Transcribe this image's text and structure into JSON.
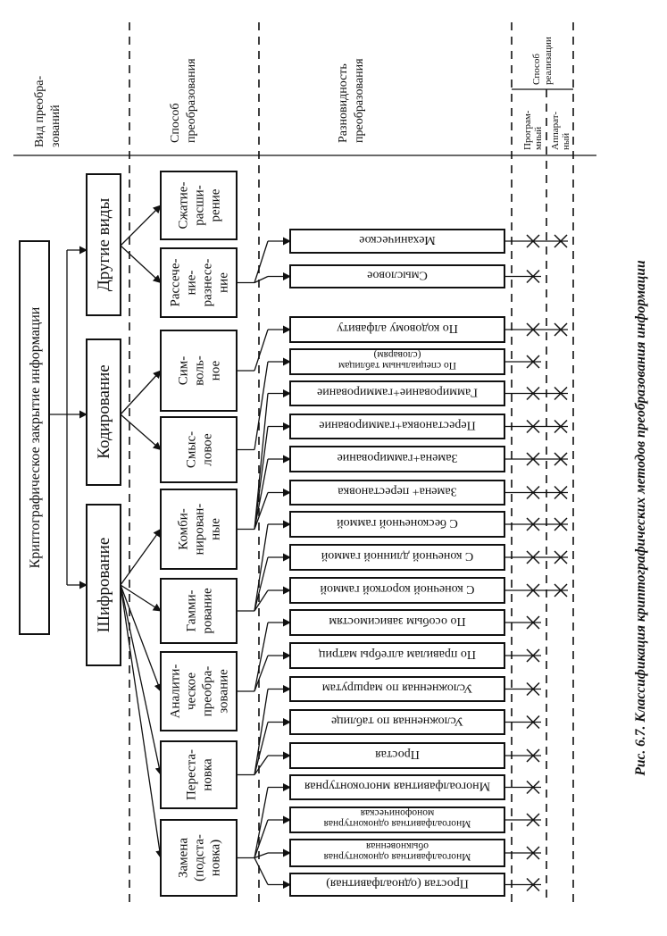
{
  "headers": {
    "col1": [
      "Вид преобра-",
      "зований"
    ],
    "col2": [
      "Способ",
      "преобразования"
    ],
    "col3": [
      "Разновидность",
      "преобразования"
    ],
    "col4": "Способ реализации",
    "col4a": [
      "Програм-",
      "мный"
    ],
    "col4b": [
      "Аппарат-",
      "ный"
    ]
  },
  "root": "Криптографическое закрытие информации",
  "types": [
    {
      "id": "shifr",
      "label": "Шифрование"
    },
    {
      "id": "kod",
      "label": "Кодирование"
    },
    {
      "id": "drug",
      "label": "Другие виды"
    }
  ],
  "methods": [
    {
      "id": "zamena",
      "lines": [
        "Замена",
        "(подста-",
        "новка)"
      ]
    },
    {
      "id": "perest",
      "lines": [
        "Переста-",
        "новка"
      ]
    },
    {
      "id": "analit",
      "lines": [
        "Аналити-",
        "ческое",
        "преобра-",
        "зование"
      ]
    },
    {
      "id": "gamm",
      "lines": [
        "Гамми-",
        "рование"
      ]
    },
    {
      "id": "komb",
      "lines": [
        "Комби-",
        "нирован-",
        "ные"
      ]
    },
    {
      "id": "smysl",
      "lines": [
        "Смыс-",
        "ловое"
      ]
    },
    {
      "id": "simv",
      "lines": [
        "Сим-",
        "воль-",
        "ное"
      ]
    },
    {
      "id": "rass",
      "lines": [
        "Рассече-",
        "ние-",
        "разнесе-",
        "ние"
      ]
    },
    {
      "id": "szh",
      "lines": [
        "Сжатие-",
        "расши-",
        "рение"
      ]
    }
  ],
  "variants": [
    {
      "lines": [
        "Простая (одноалфавитная)"
      ],
      "prog": true,
      "hw": false
    },
    {
      "lines": [
        "Многоалфавитная одноконтурная",
        "обыкновенная"
      ],
      "prog": true,
      "hw": false
    },
    {
      "lines": [
        "Многоалфавитная одноконтурная",
        "монофоническая"
      ],
      "prog": true,
      "hw": false
    },
    {
      "lines": [
        "Многоалфавитная многоконтурная"
      ],
      "prog": true,
      "hw": false
    },
    {
      "lines": [
        "Простая"
      ],
      "prog": true,
      "hw": false
    },
    {
      "lines": [
        "Усложненная по таблице"
      ],
      "prog": true,
      "hw": false
    },
    {
      "lines": [
        "Усложненная по маршрутам"
      ],
      "prog": true,
      "hw": false
    },
    {
      "lines": [
        "По правилам алгебры матриц"
      ],
      "prog": true,
      "hw": false
    },
    {
      "lines": [
        "По особым зависимостям"
      ],
      "prog": true,
      "hw": false
    },
    {
      "lines": [
        "С конечной короткой гаммой"
      ],
      "prog": true,
      "hw": true
    },
    {
      "lines": [
        "С конечной длинной гаммой"
      ],
      "prog": true,
      "hw": true
    },
    {
      "lines": [
        "С бесконечной гаммой"
      ],
      "prog": true,
      "hw": true
    },
    {
      "lines": [
        "Замена+ перестановка"
      ],
      "prog": true,
      "hw": true
    },
    {
      "lines": [
        "Замена+гаммирование"
      ],
      "prog": true,
      "hw": true
    },
    {
      "lines": [
        "Перестановка+гаммирование"
      ],
      "prog": true,
      "hw": true
    },
    {
      "lines": [
        "Гаммирование+гаммирование"
      ],
      "prog": true,
      "hw": true
    },
    {
      "lines": [
        "По специальным таблицам",
        "(словарям)"
      ],
      "prog": true,
      "hw": false
    },
    {
      "lines": [
        "По кодовому алфавиту"
      ],
      "prog": true,
      "hw": true
    },
    {
      "lines": [
        "Смысловое"
      ],
      "prog": true,
      "hw": false
    },
    {
      "lines": [
        "Механическое"
      ],
      "prog": true,
      "hw": true
    }
  ],
  "caption": "Рис. 6.7. Классификация криптографических методов преобразования информации"
}
